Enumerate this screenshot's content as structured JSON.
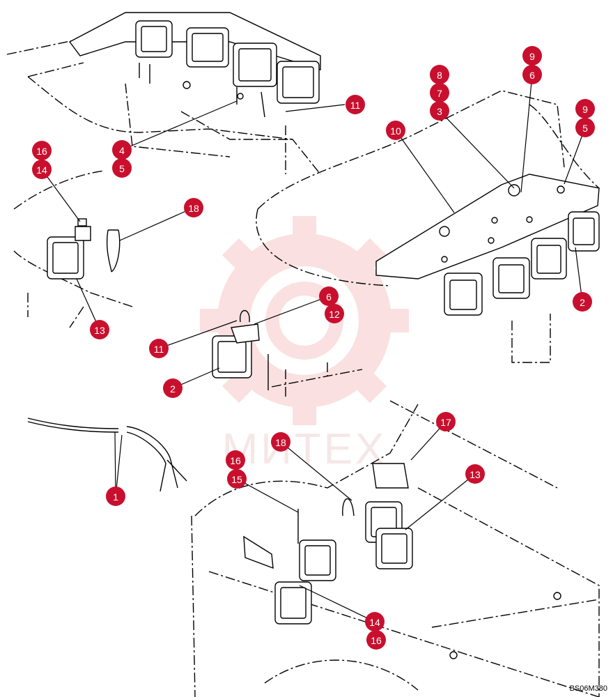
{
  "figure": {
    "drawing_id": "BS06M380",
    "watermark_text": "МИТЕХ",
    "colors": {
      "callout": "#c8102e",
      "line": "#000000",
      "watermark": "#f6c8c8"
    }
  },
  "callouts": [
    {
      "id": "c-9a",
      "label": "9"
    },
    {
      "id": "c-6a",
      "label": "6"
    },
    {
      "id": "c-8",
      "label": "8"
    },
    {
      "id": "c-7",
      "label": "7"
    },
    {
      "id": "c-3",
      "label": "3"
    },
    {
      "id": "c-9b",
      "label": "9"
    },
    {
      "id": "c-5b",
      "label": "5"
    },
    {
      "id": "c-10",
      "label": "10"
    },
    {
      "id": "c-11a",
      "label": "11"
    },
    {
      "id": "c-4",
      "label": "4"
    },
    {
      "id": "c-5a",
      "label": "5"
    },
    {
      "id": "c-16a",
      "label": "16"
    },
    {
      "id": "c-14a",
      "label": "14"
    },
    {
      "id": "c-18a",
      "label": "18"
    },
    {
      "id": "c-13a",
      "label": "13"
    },
    {
      "id": "c-6b",
      "label": "6"
    },
    {
      "id": "c-12",
      "label": "12"
    },
    {
      "id": "c-11b",
      "label": "11"
    },
    {
      "id": "c-2a",
      "label": "2"
    },
    {
      "id": "c-2b",
      "label": "2"
    },
    {
      "id": "c-17",
      "label": "17"
    },
    {
      "id": "c-18b",
      "label": "18"
    },
    {
      "id": "c-13b",
      "label": "13"
    },
    {
      "id": "c-16b",
      "label": "16"
    },
    {
      "id": "c-15",
      "label": "15"
    },
    {
      "id": "c-1",
      "label": "1"
    },
    {
      "id": "c-14b",
      "label": "14"
    },
    {
      "id": "c-16c",
      "label": "16"
    }
  ]
}
